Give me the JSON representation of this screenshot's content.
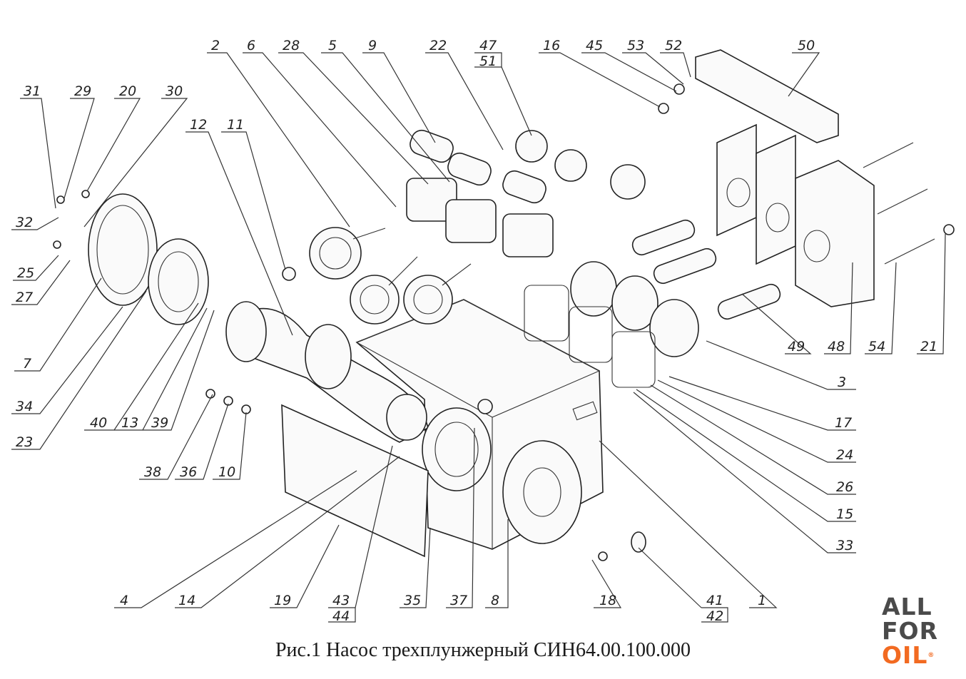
{
  "caption": "Рис.1 Насос трехплунжерный СИН64.00.100.000",
  "logo": {
    "line1": "ALL",
    "line2": "FOR",
    "line3": "OIL",
    "mark": "®",
    "color_dark": "#4a4a4a",
    "color_accent": "#f26a21"
  },
  "callouts": [
    {
      "id": "2",
      "label": "2"
    },
    {
      "id": "6",
      "label": "6"
    },
    {
      "id": "28",
      "label": "28"
    },
    {
      "id": "5",
      "label": "5"
    },
    {
      "id": "9",
      "label": "9"
    },
    {
      "id": "22",
      "label": "22"
    },
    {
      "id": "47",
      "label": "47"
    },
    {
      "id": "51",
      "label": "51"
    },
    {
      "id": "16",
      "label": "16"
    },
    {
      "id": "45",
      "label": "45"
    },
    {
      "id": "53",
      "label": "53"
    },
    {
      "id": "52",
      "label": "52"
    },
    {
      "id": "50",
      "label": "50"
    },
    {
      "id": "31",
      "label": "31"
    },
    {
      "id": "29",
      "label": "29"
    },
    {
      "id": "20",
      "label": "20"
    },
    {
      "id": "30",
      "label": "30"
    },
    {
      "id": "12",
      "label": "12"
    },
    {
      "id": "11",
      "label": "11"
    },
    {
      "id": "32",
      "label": "32"
    },
    {
      "id": "25",
      "label": "25"
    },
    {
      "id": "27",
      "label": "27"
    },
    {
      "id": "7",
      "label": "7"
    },
    {
      "id": "34",
      "label": "34"
    },
    {
      "id": "23",
      "label": "23"
    },
    {
      "id": "40",
      "label": "40"
    },
    {
      "id": "13",
      "label": "13"
    },
    {
      "id": "39",
      "label": "39"
    },
    {
      "id": "38",
      "label": "38"
    },
    {
      "id": "36",
      "label": "36"
    },
    {
      "id": "10",
      "label": "10"
    },
    {
      "id": "49",
      "label": "49"
    },
    {
      "id": "48",
      "label": "48"
    },
    {
      "id": "54",
      "label": "54"
    },
    {
      "id": "21",
      "label": "21"
    },
    {
      "id": "3",
      "label": "3"
    },
    {
      "id": "17",
      "label": "17"
    },
    {
      "id": "24",
      "label": "24"
    },
    {
      "id": "26",
      "label": "26"
    },
    {
      "id": "15",
      "label": "15"
    },
    {
      "id": "33",
      "label": "33"
    },
    {
      "id": "4",
      "label": "4"
    },
    {
      "id": "14",
      "label": "14"
    },
    {
      "id": "19",
      "label": "19"
    },
    {
      "id": "43",
      "label": "43"
    },
    {
      "id": "44",
      "label": "44"
    },
    {
      "id": "35",
      "label": "35"
    },
    {
      "id": "37",
      "label": "37"
    },
    {
      "id": "8",
      "label": "8"
    },
    {
      "id": "18",
      "label": "18"
    },
    {
      "id": "41",
      "label": "41"
    },
    {
      "id": "42",
      "label": "42"
    },
    {
      "id": "1",
      "label": "1"
    }
  ]
}
